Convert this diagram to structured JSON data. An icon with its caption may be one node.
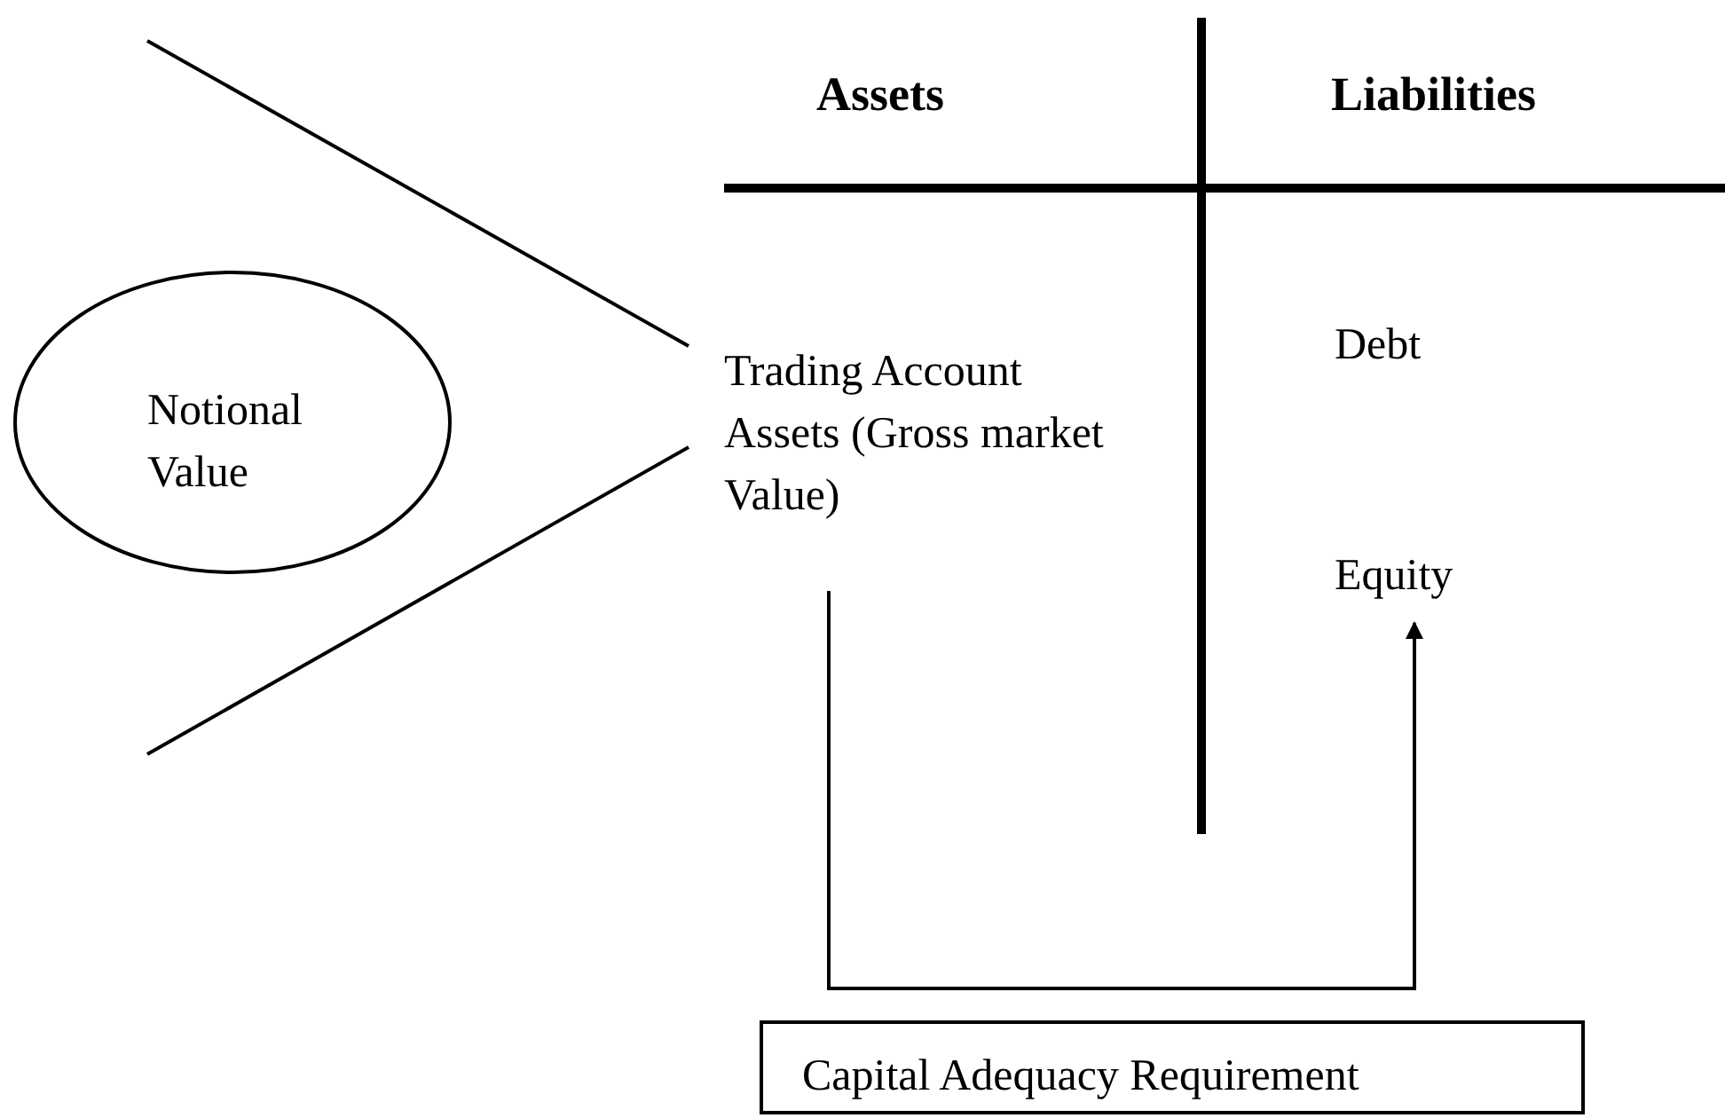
{
  "diagram": {
    "nodes": [
      {
        "text": [
          "Notional Value"
        ]
      },
      {
        "text": [
          "Trading Account Assets (Gross market Value)"
        ]
      },
      {
        "text": [
          "Equity"
        ]
      },
      {
        "text": [
          "Capital Adequacy Requirement"
        ]
      }
    ],
    "edges": [
      {
        "from": 1,
        "to": 2,
        "arrow": "to"
      }
    ],
    "labels": [
      "Assets",
      "Liabilities",
      "Debt"
    ]
  }
}
